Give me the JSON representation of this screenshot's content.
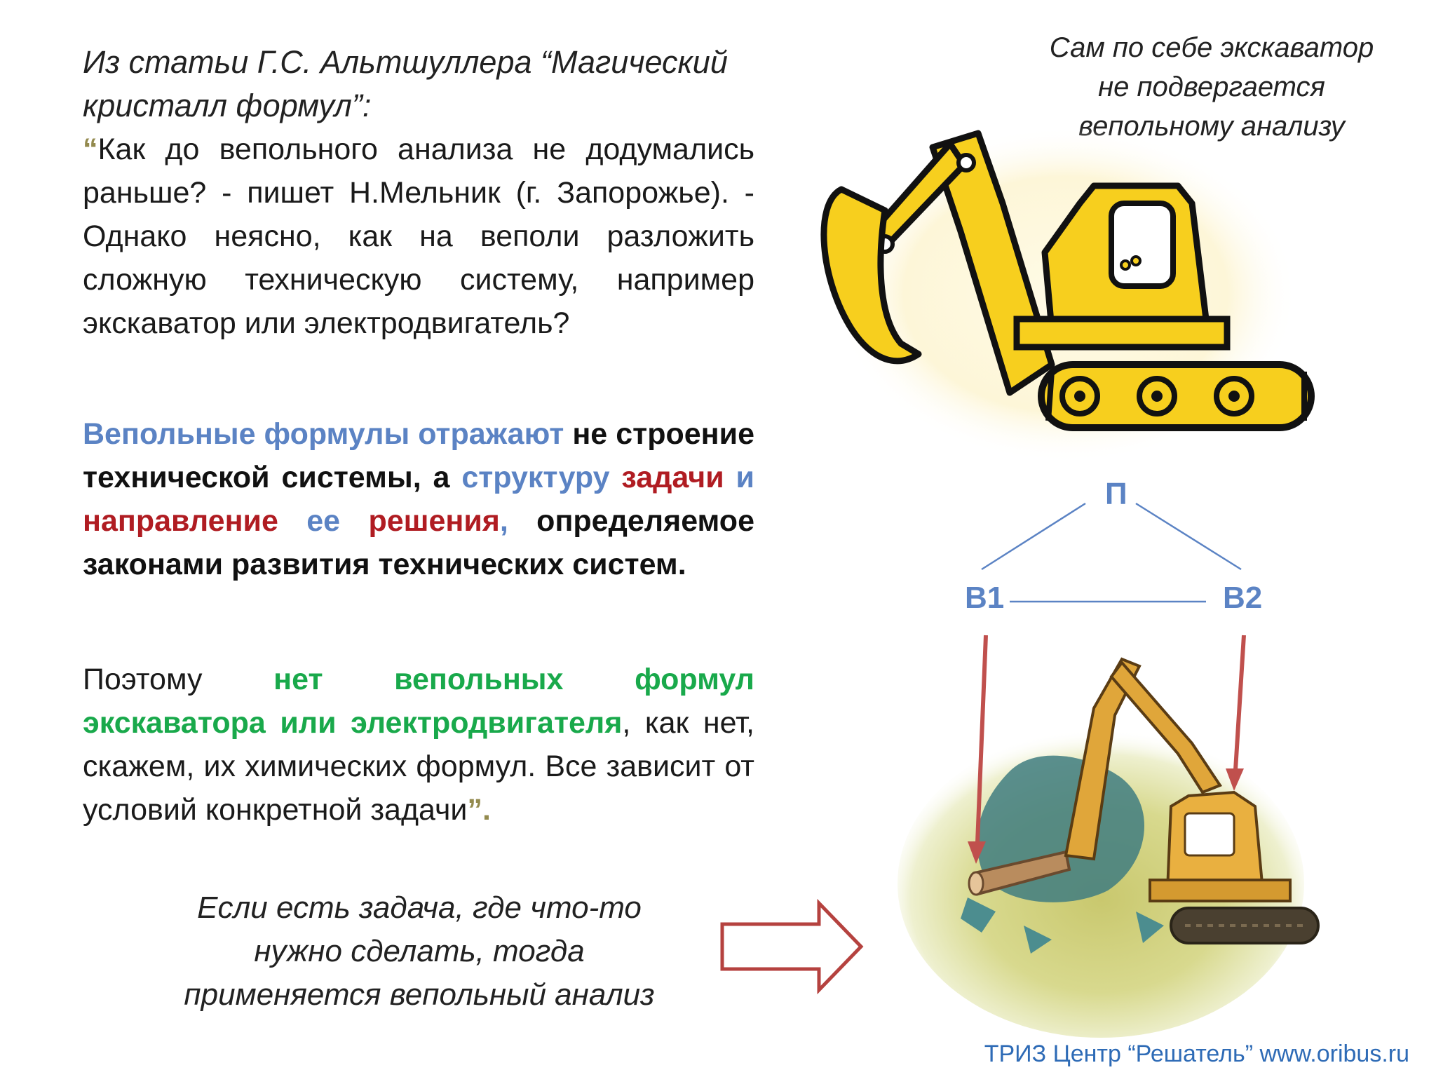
{
  "intro": {
    "line1": "Из статьи Г.С. Альтшуллера “Магический",
    "line2": "кристалл формул”:"
  },
  "quote": {
    "open_mark": "“",
    "text": "Как до вепольного анализа не додумались раньше? - пишет Н.Мельник (г. Запорожье). - Однако неясно, как на веполи разложить сложную техническую систему, например экскаватор или электродвигатель?"
  },
  "statement": {
    "part1": "Вепольные формулы отражают",
    "part2": " не строение технической системы, а ",
    "part3": "структуру",
    "part4": " задачи",
    "part5": " и ",
    "part6": "направление",
    "part7": " ее ",
    "part8": "решения",
    "part9": ",",
    "part10": " определяемое законами развития технических систем."
  },
  "conclusion": {
    "part1": "Поэтому ",
    "part2": "нет вепольных формул экскаватора или электродвигателя",
    "part3": ", как нет, скажем, их химических формул. Все зависит от условий конкретной задачи",
    "close_mark": "”."
  },
  "note_top": {
    "line1": "Сам по себе экскаватор",
    "line2": "не подвергается",
    "line3": "вепольному анализу"
  },
  "note_bottom": {
    "line1": "Если есть задача, где что-то",
    "line2": "нужно сделать, тогда",
    "line3": "применяется вепольный анализ"
  },
  "diagram": {
    "top_node": "П",
    "left_node": "В1",
    "right_node": "В2"
  },
  "footer": "ТРИЗ Центр “Решатель” www.oribus.ru",
  "colors": {
    "blue": "#5b83c4",
    "red": "#b01c22",
    "green": "#19a94b",
    "excavator_yellow": "#f7cf1e",
    "arrow_red": "#c0504d"
  }
}
